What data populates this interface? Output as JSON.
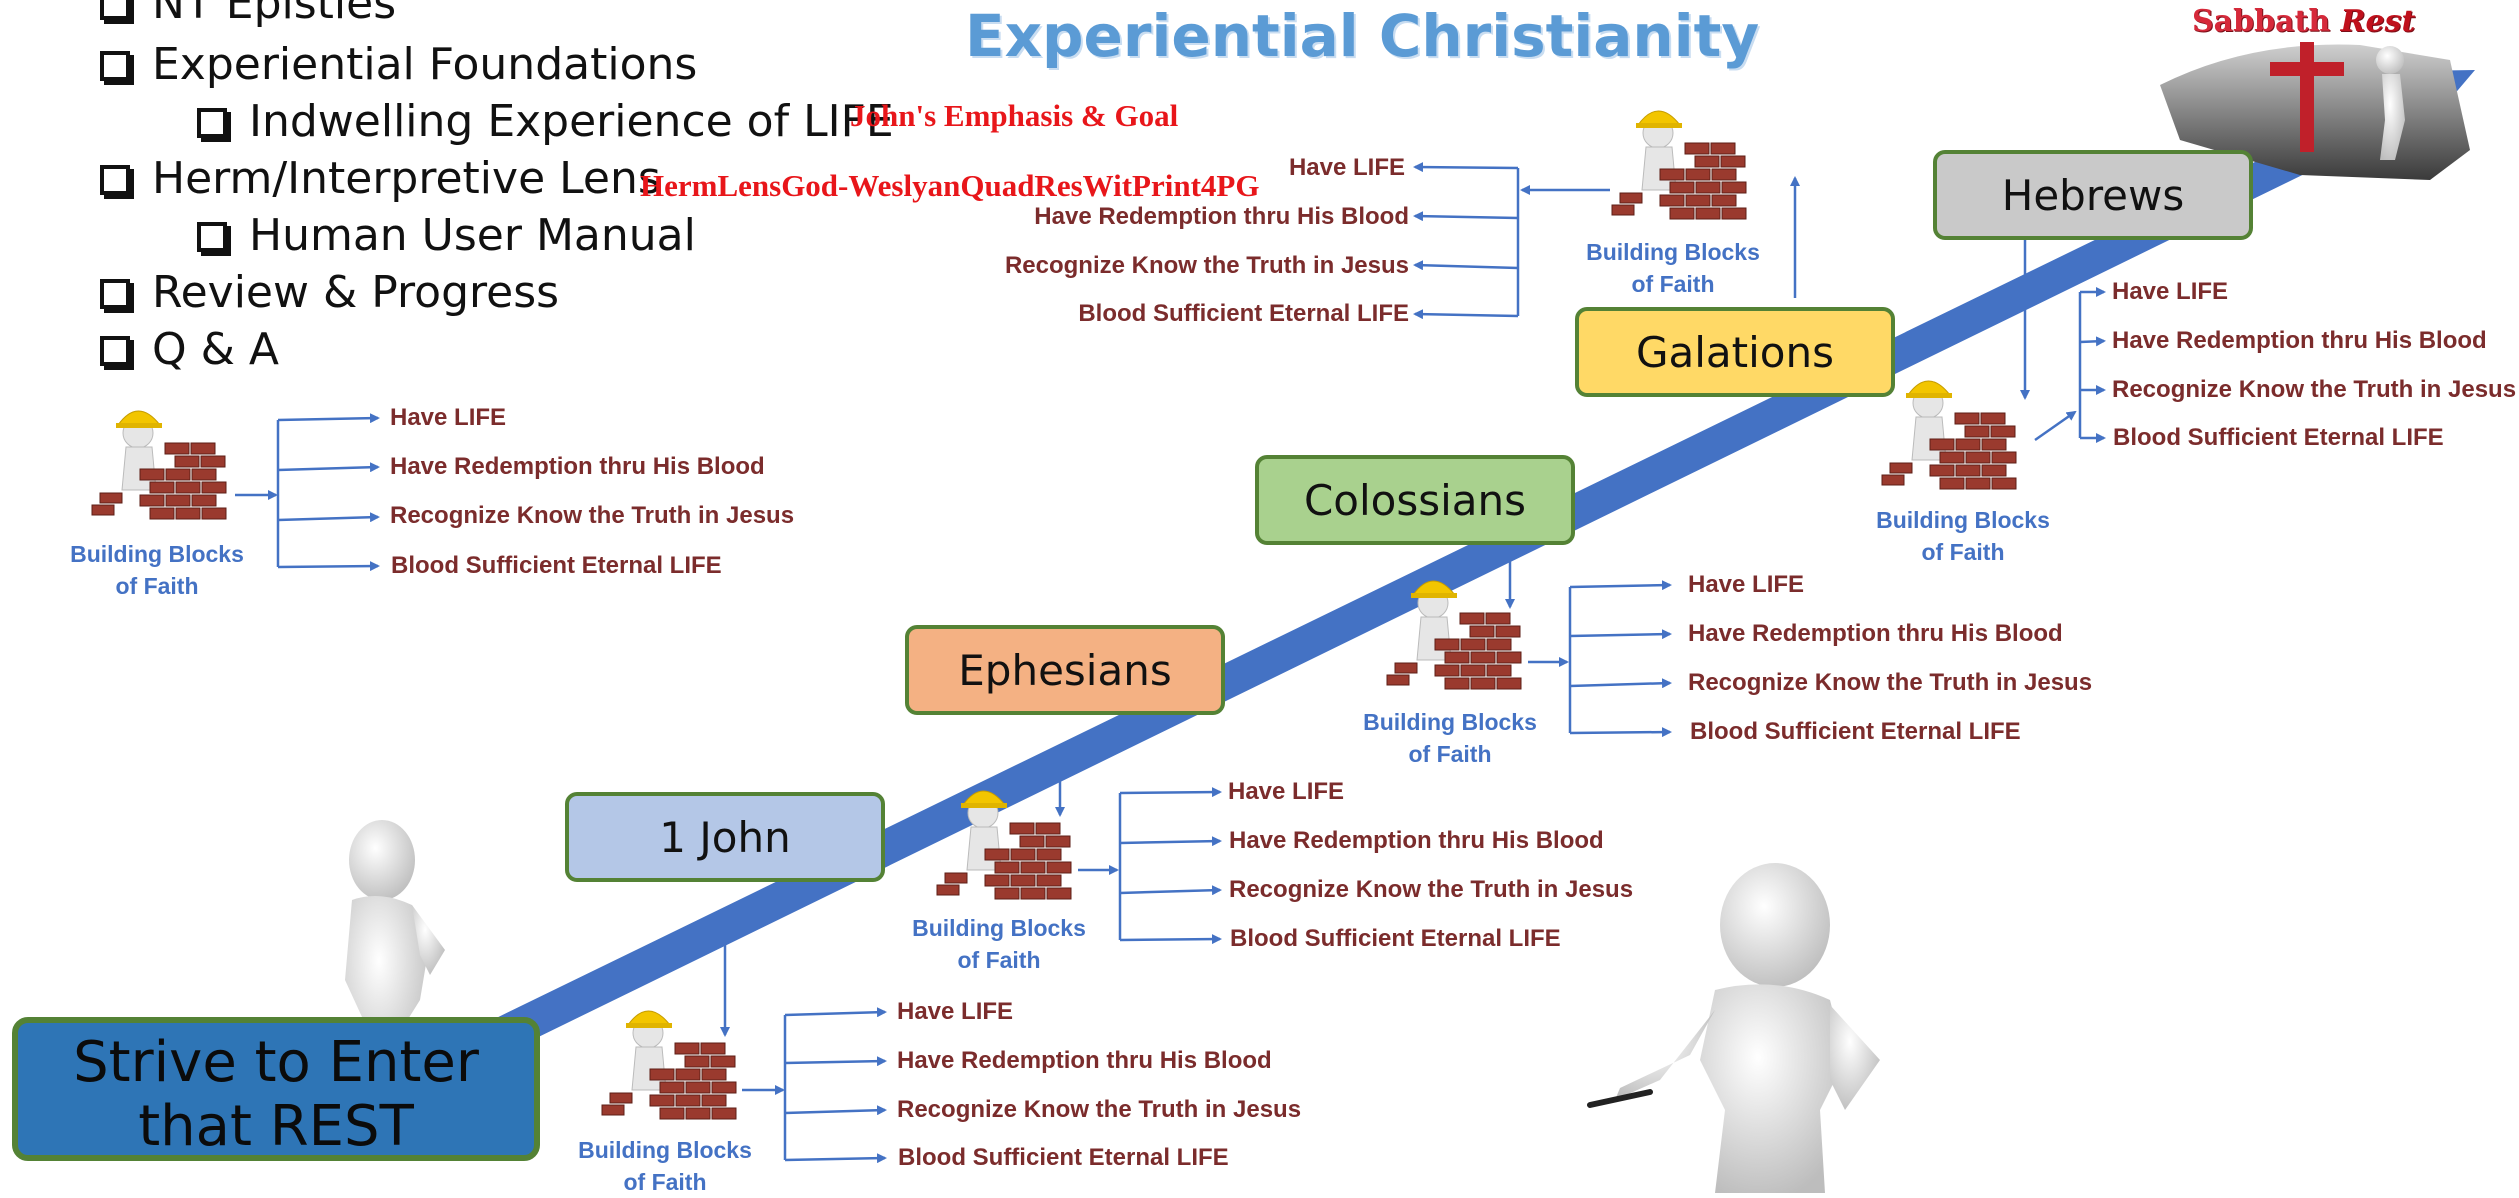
{
  "title": "Experiential Christianity",
  "outline": [
    {
      "label": "NT Epistles",
      "level": 1
    },
    {
      "label": "Experiential Foundations",
      "level": 1
    },
    {
      "label": "Indwelling Experience of LIFE",
      "level": 2
    },
    {
      "label": "Herm/Interpretive Lens",
      "level": 1
    },
    {
      "label": "Human User Manual",
      "level": 2
    },
    {
      "label": "Review & Progress",
      "level": 1
    },
    {
      "label": "Q & A",
      "level": 1
    }
  ],
  "notes": {
    "johns_emphasis": "John's Emphasis & Goal",
    "herm_lens": "HermLensGod-WeslyanQuadResWitPrint4PG"
  },
  "sabbath": {
    "word1": "Sabbath",
    "word2": "Rest"
  },
  "strive": {
    "line1": "Strive to Enter",
    "line2": "that REST"
  },
  "books": {
    "john1": "1 John",
    "ephesians": "Ephesians",
    "colossians": "Colossians",
    "galations": "Galations",
    "hebrews": "Hebrews"
  },
  "building_blocks": {
    "line1": "Building Blocks",
    "line2": "of Faith"
  },
  "items": [
    "Have LIFE",
    "Have Redemption thru His Blood",
    "Recognize Know the Truth in Jesus",
    "Blood Sufficient Eternal LIFE"
  ],
  "colors": {
    "arrow": "#4472c4",
    "item_text": "#7b2c2c",
    "label_blue": "#4472c4",
    "john1_fill": "#b4c7e7",
    "ephesians_fill": "#f4b183",
    "colossians_fill": "#a9d18e",
    "galations_fill": "#ffd966",
    "hebrews_fill": "#c9c9c9",
    "strive_fill": "#2e75b6",
    "title": "#5b9bd5",
    "note_red": "#e8161a"
  },
  "icons": {
    "builder": "builder-with-brick-wall-icon",
    "stick_figure": "stick-figure-icon",
    "cross": "cross-icon"
  }
}
